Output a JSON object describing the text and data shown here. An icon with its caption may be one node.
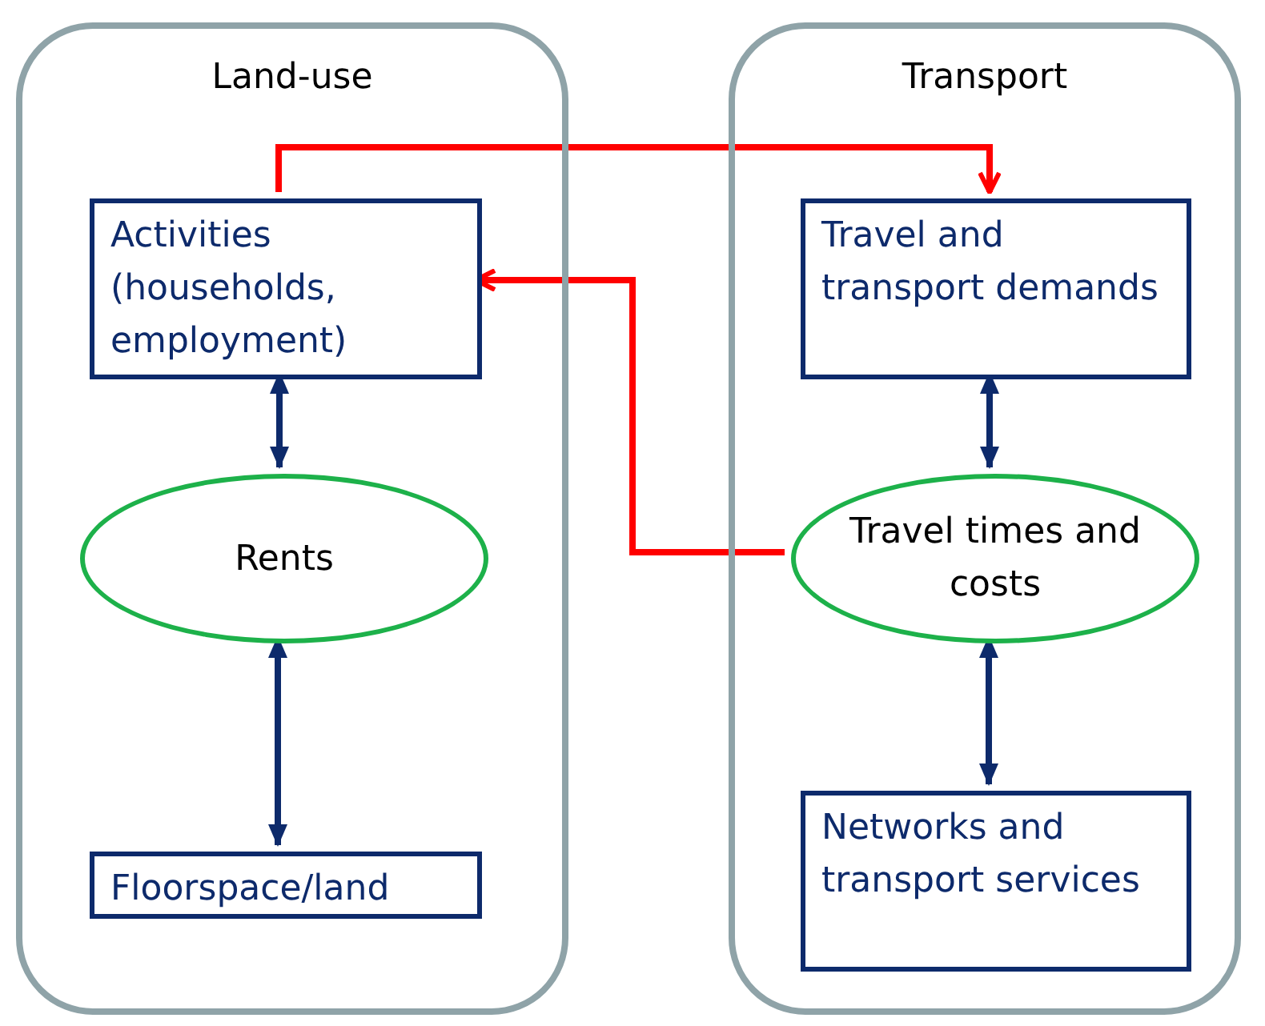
{
  "diagram": {
    "nodes": [
      {
        "text": [
          "Land-use"
        ]
      },
      {
        "text": [
          "Activities (households, employment)"
        ],
        "in": 0
      },
      {
        "text": [
          "Rents"
        ],
        "in": 0
      },
      {
        "text": [
          "Floorspace/land"
        ],
        "in": 0
      },
      {
        "text": [
          "Transport"
        ]
      },
      {
        "text": [
          "Travel and transport demands"
        ],
        "in": 4
      },
      {
        "text": [
          "Travel times and costs"
        ],
        "in": 4
      },
      {
        "text": [
          "Networks and transport services"
        ],
        "in": 4
      }
    ],
    "edges": [
      {
        "from": 1,
        "to": 5,
        "arrow": "to",
        "color": "#ff0000"
      },
      {
        "from": 6,
        "to": 1,
        "arrow": "to",
        "color": "#ff0000"
      },
      {
        "from": 1,
        "to": 2,
        "arrow": "both"
      },
      {
        "from": 2,
        "to": 3,
        "arrow": "both"
      },
      {
        "from": 5,
        "to": 6,
        "arrow": "both"
      },
      {
        "from": 6,
        "to": 7,
        "arrow": "both"
      }
    ]
  }
}
